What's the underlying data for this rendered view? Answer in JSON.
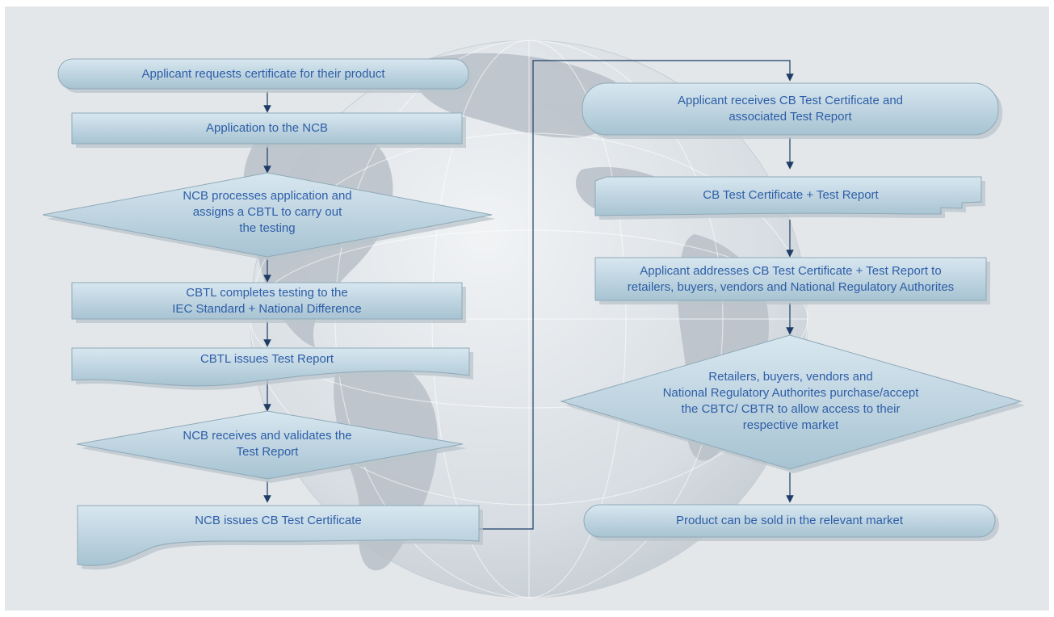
{
  "colors": {
    "background": "#e3e7ea",
    "box_fill_top": "#d6e6ef",
    "box_fill_bottom": "#a8c4d3",
    "text": "#2e5ea8",
    "connector": "#1d3d66",
    "globe_land": "#b7bec6",
    "globe_sea": "#dde2e6"
  },
  "left_column": {
    "step1": "Applicant requests certificate for their product",
    "step2": "Application to the NCB",
    "step3": "NCB processes application and\nassigns a CBTL to carry out\nthe testing",
    "step4": "CBTL completes testing to the\nIEC Standard + National Difference",
    "step5": "CBTL issues Test Report",
    "step6": "NCB receives and validates the\nTest Report",
    "step7": "NCB issues CB Test Certificate"
  },
  "right_column": {
    "step8": "Applicant receives CB Test Certificate and\nassociated Test Report",
    "step9": "CB Test Certificate + Test Report",
    "step10": "Applicant addresses CB Test Certificate + Test Report to\nretailers, buyers, vendors and National Regulatory Authorites",
    "step11": "Retailers, buyers, vendors and\nNational Regulatory Authorites purchase/accept\nthe CBTC/ CBTR to allow access to their\nrespective market",
    "step12": "Product can be sold in the relevant market"
  }
}
